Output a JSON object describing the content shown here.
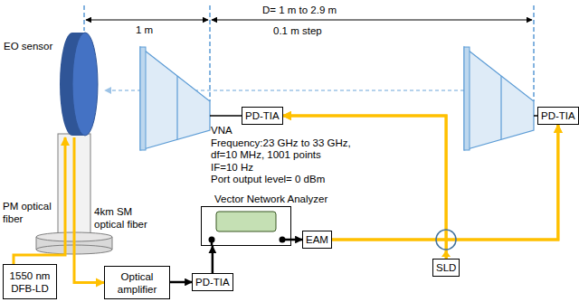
{
  "diagram": {
    "nodes": [
      {
        "text": [
          "EO sensor"
        ]
      },
      {
        "text": [
          "PD-TIA"
        ]
      },
      {
        "text": [
          "PD-TIA"
        ]
      },
      {
        "text": [
          "Vector Network Analyzer"
        ]
      },
      {
        "text": [
          "EAM"
        ]
      },
      {
        "text": [
          "SLD"
        ]
      },
      {
        "text": [
          "1550 nm DFB-LD"
        ]
      },
      {
        "text": [
          "Optical amplifier"
        ]
      },
      {
        "text": [
          "PD-TIA"
        ]
      }
    ],
    "edges": [
      {
        "from": 6,
        "to": 0,
        "arrow": "to"
      },
      {
        "from": 0,
        "to": 7,
        "arrow": "to"
      },
      {
        "from": 7,
        "to": 8,
        "arrow": "to"
      },
      {
        "from": 8,
        "to": 3,
        "arrow": "to"
      },
      {
        "from": 3,
        "to": 4,
        "arrow": "to"
      },
      {
        "from": 4,
        "to": 1,
        "arrow": "to"
      },
      {
        "from": 4,
        "to": 2,
        "arrow": "to"
      },
      {
        "from": 5,
        "to": 1,
        "arrow": "to"
      },
      {
        "from": 5,
        "to": 2,
        "arrow": "to"
      }
    ],
    "labels": [
      "1 m",
      "D= 1 m to 2.9 m",
      "0.1 m step",
      "VNA",
      "Frequency:23 GHz to 33 GHz,",
      "df=10 MHz, 1001 points",
      "IF=10 Hz",
      "Port output level= 0 dBm",
      "PM optical fiber",
      "4km SM optical fiber"
    ]
  }
}
